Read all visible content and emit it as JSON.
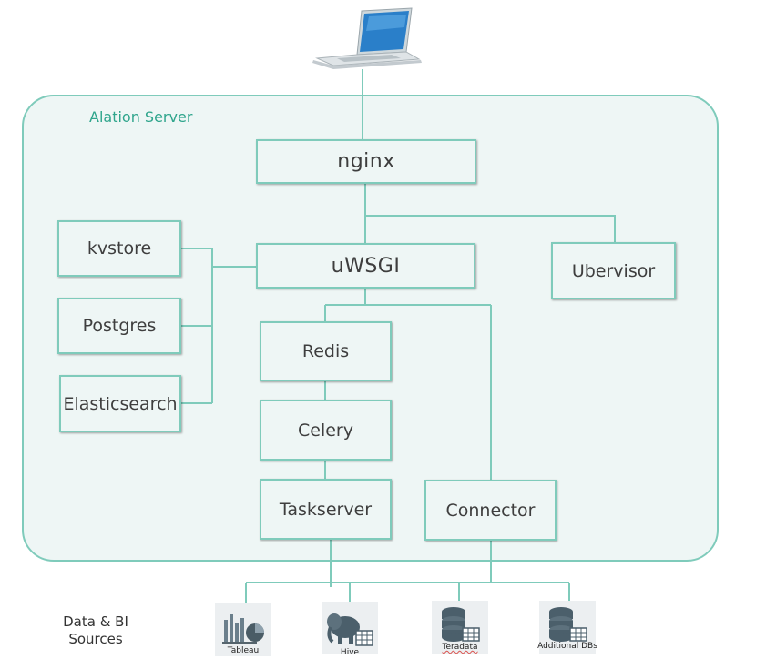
{
  "server": {
    "label": "Alation Server"
  },
  "components": {
    "nginx": "nginx",
    "uwsgi": "uWSGI",
    "ubervisor": "Ubervisor",
    "kvstore": "kvstore",
    "postgres": "Postgres",
    "elasticsearch": "Elasticsearch",
    "redis": "Redis",
    "celery": "Celery",
    "taskserver": "Taskserver",
    "connector": "Connector"
  },
  "sources": {
    "label": "Data & BI Sources",
    "items": [
      {
        "name": "Tableau",
        "icon": "tableau-chart-icon"
      },
      {
        "name": "Hive",
        "icon": "hive-elephant-icon"
      },
      {
        "name": "Teradata",
        "icon": "database-stack-icon"
      },
      {
        "name": "Additional DBs",
        "icon": "database-stack-icon"
      }
    ]
  },
  "colors": {
    "accent": "#7fcbbb",
    "panel": "#eef6f5",
    "label": "#2fa58c"
  }
}
